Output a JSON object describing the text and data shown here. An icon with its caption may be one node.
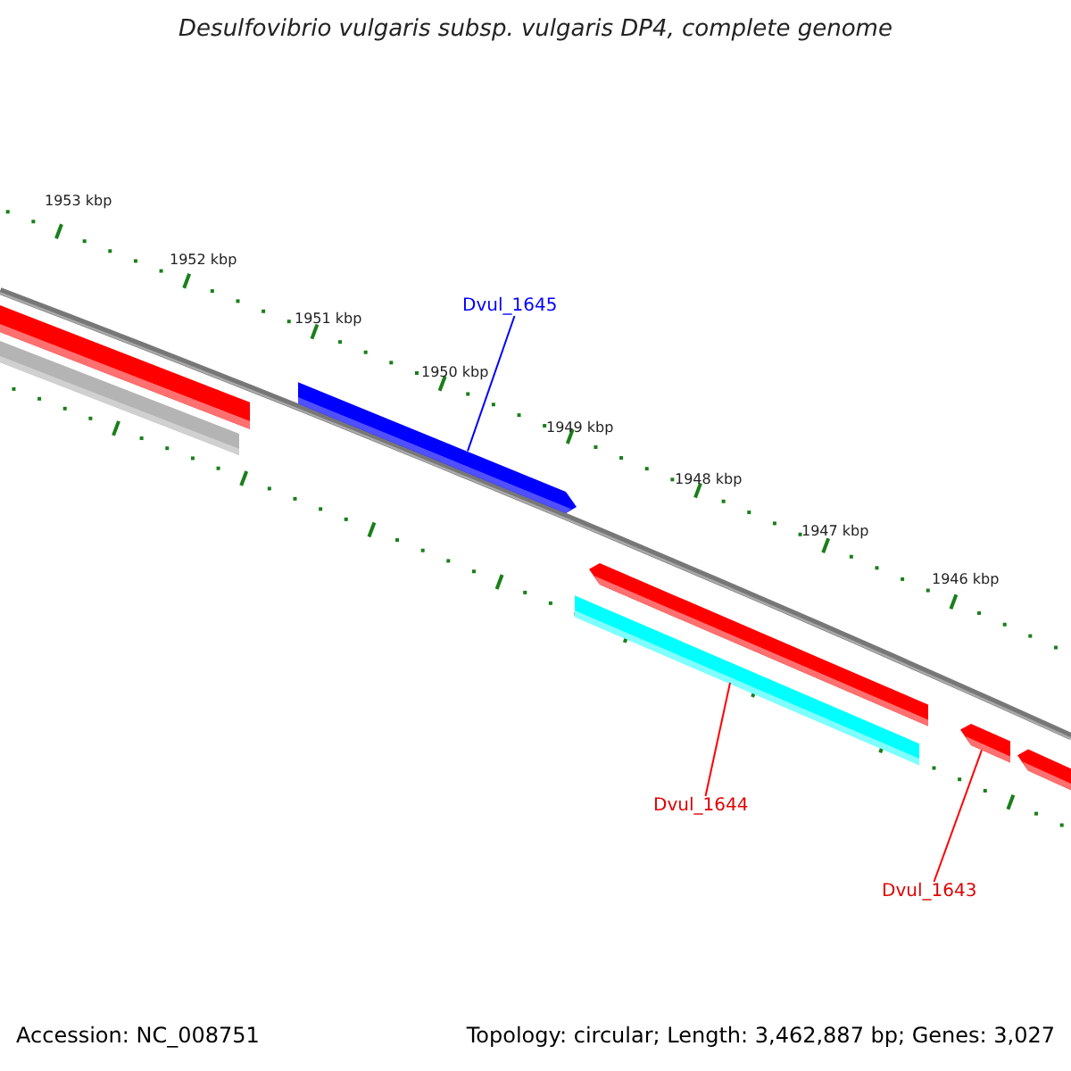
{
  "diagram": {
    "title": "Desulfovibrio vulgaris subsp. vulgaris DP4, complete genome",
    "nodes": [
      {
        "text": [],
        "shape": "bar"
      },
      {
        "text": [],
        "shape": "bar"
      },
      {
        "text": [
          "Dvul_1645"
        ]
      },
      {
        "text": [],
        "shape": "bar"
      },
      {
        "text": [
          "Dvul_1644"
        ]
      },
      {
        "text": [],
        "shape": "bar"
      },
      {
        "text": [],
        "shape": "bar"
      },
      {
        "text": [
          "Dvul_1643"
        ]
      },
      {
        "text": [],
        "shape": "bar"
      },
      {
        "text": [],
        "shape": "bar"
      }
    ],
    "edges": [
      {
        "from": 2,
        "to": 3,
        "arrow": "none",
        "color": "#0000ff"
      },
      {
        "from": 4,
        "to": 6,
        "arrow": "none",
        "color": "#ff0000"
      },
      {
        "from": 7,
        "to": 8,
        "arrow": "none",
        "color": "#ff0000"
      }
    ],
    "labels": [
      "1953 kbp",
      "1952 kbp",
      "1951 kbp",
      "1950 kbp",
      "1949 kbp",
      "1948 kbp",
      "1947 kbp",
      "1946 kbp",
      "Accession: NC_008751",
      "Topology: circular; Length: 3,462,887 bp; Genes: 3,027"
    ]
  }
}
